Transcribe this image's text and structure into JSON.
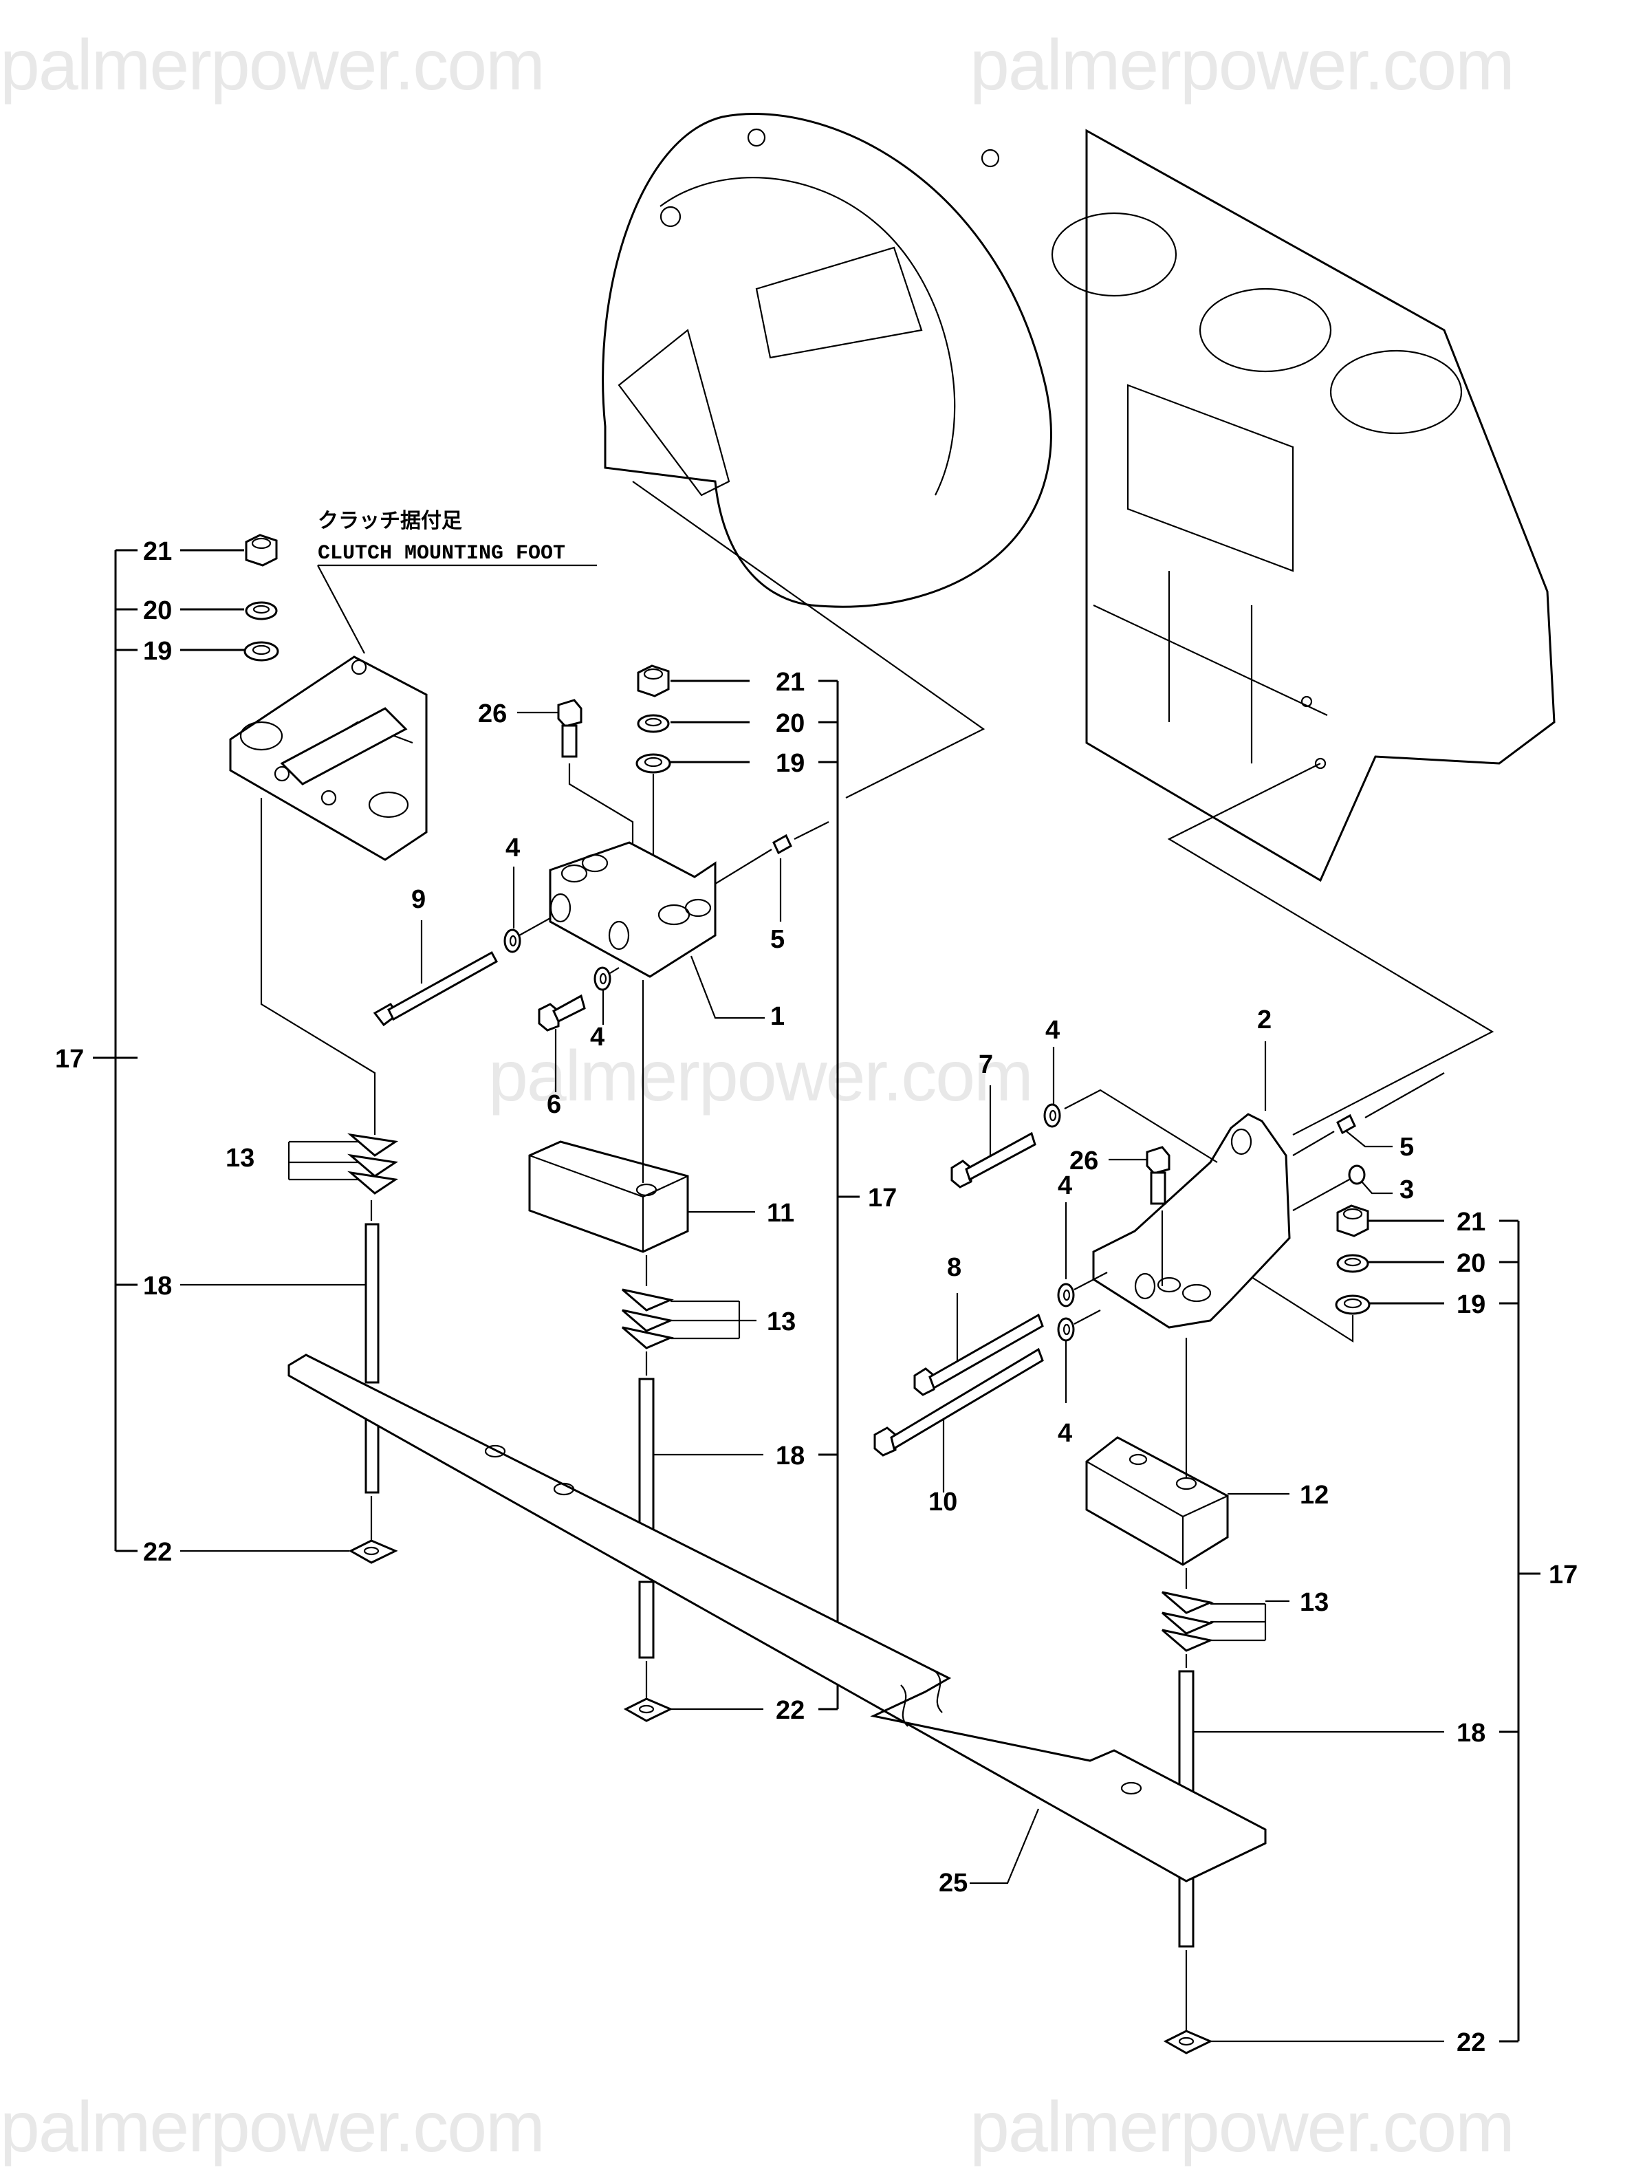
{
  "watermark": {
    "text": "palmerpower.com",
    "color": "#e8e8e8"
  },
  "caption": {
    "jp": "クラッチ据付足",
    "en": "CLUTCH MOUNTING FOOT"
  },
  "callouts": {
    "left_group": {
      "nut": "21",
      "spring_washer": "20",
      "washer": "19",
      "assembly": "17",
      "stud": "18",
      "shims": "13",
      "bottom_nut": "22"
    },
    "center_group": {
      "nut": "21",
      "spring_washer": "20",
      "washer": "19",
      "bolt_top": "26",
      "bracket": "1",
      "washer_a": "4",
      "washer_b": "4",
      "long_bolt": "9",
      "bolt": "6",
      "dowel": "5",
      "rubber": "11",
      "shims": "13",
      "stud": "18",
      "assembly": "17",
      "bottom_nut": "22"
    },
    "right_group": {
      "bracket": "2",
      "washer_a": "4",
      "bolt_short": "7",
      "bolt_top": "26",
      "dowel": "5",
      "washer_small": "3",
      "nut": "21",
      "spring_washer": "20",
      "washer": "19",
      "washer_b": "4",
      "washer_c": "4",
      "bolt_8": "8",
      "bolt_10": "10",
      "rubber": "12",
      "shims": "13",
      "stud": "18",
      "assembly": "17",
      "bottom_nut": "22"
    },
    "rail": "25"
  }
}
